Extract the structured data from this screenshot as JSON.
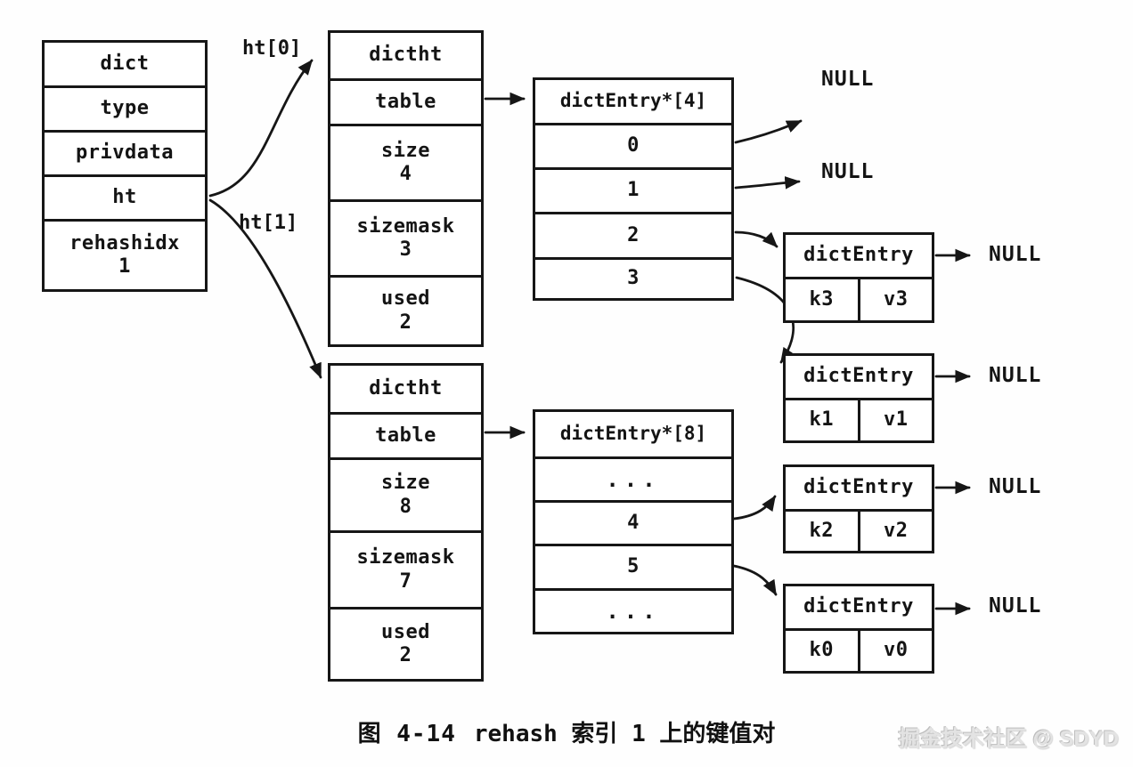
{
  "dict": {
    "header": "dict",
    "rows": [
      {
        "label": "type"
      },
      {
        "label": "privdata"
      },
      {
        "label": "ht"
      },
      {
        "label": "rehashidx",
        "value": "1"
      }
    ]
  },
  "pointers": {
    "ht0": "ht[0]",
    "ht1": "ht[1]"
  },
  "ht0": {
    "header": "dictht",
    "table_label": "table",
    "fields": [
      {
        "label": "size",
        "value": "4"
      },
      {
        "label": "sizemask",
        "value": "3"
      },
      {
        "label": "used",
        "value": "2"
      }
    ]
  },
  "ht1": {
    "header": "dictht",
    "table_label": "table",
    "fields": [
      {
        "label": "size",
        "value": "8"
      },
      {
        "label": "sizemask",
        "value": "7"
      },
      {
        "label": "used",
        "value": "2"
      }
    ]
  },
  "array0": {
    "header": "dictEntry*[4]",
    "slots": [
      "0",
      "1",
      "2",
      "3"
    ]
  },
  "array1": {
    "header": "dictEntry*[8]",
    "slots": [
      "...",
      "4",
      "5",
      "..."
    ]
  },
  "null_labels": {
    "slot0": "NULL",
    "slot1": "NULL"
  },
  "entries": [
    {
      "header": "dictEntry",
      "key": "k3",
      "value": "v3",
      "next": "NULL"
    },
    {
      "header": "dictEntry",
      "key": "k1",
      "value": "v1",
      "next": "NULL"
    },
    {
      "header": "dictEntry",
      "key": "k2",
      "value": "v2",
      "next": "NULL"
    },
    {
      "header": "dictEntry",
      "key": "k0",
      "value": "v0",
      "next": "NULL"
    }
  ],
  "caption": {
    "figure": "图 4-14",
    "text": "rehash 索引 1 上的键值对"
  },
  "watermark": "掘金技术社区 @ SDYD"
}
